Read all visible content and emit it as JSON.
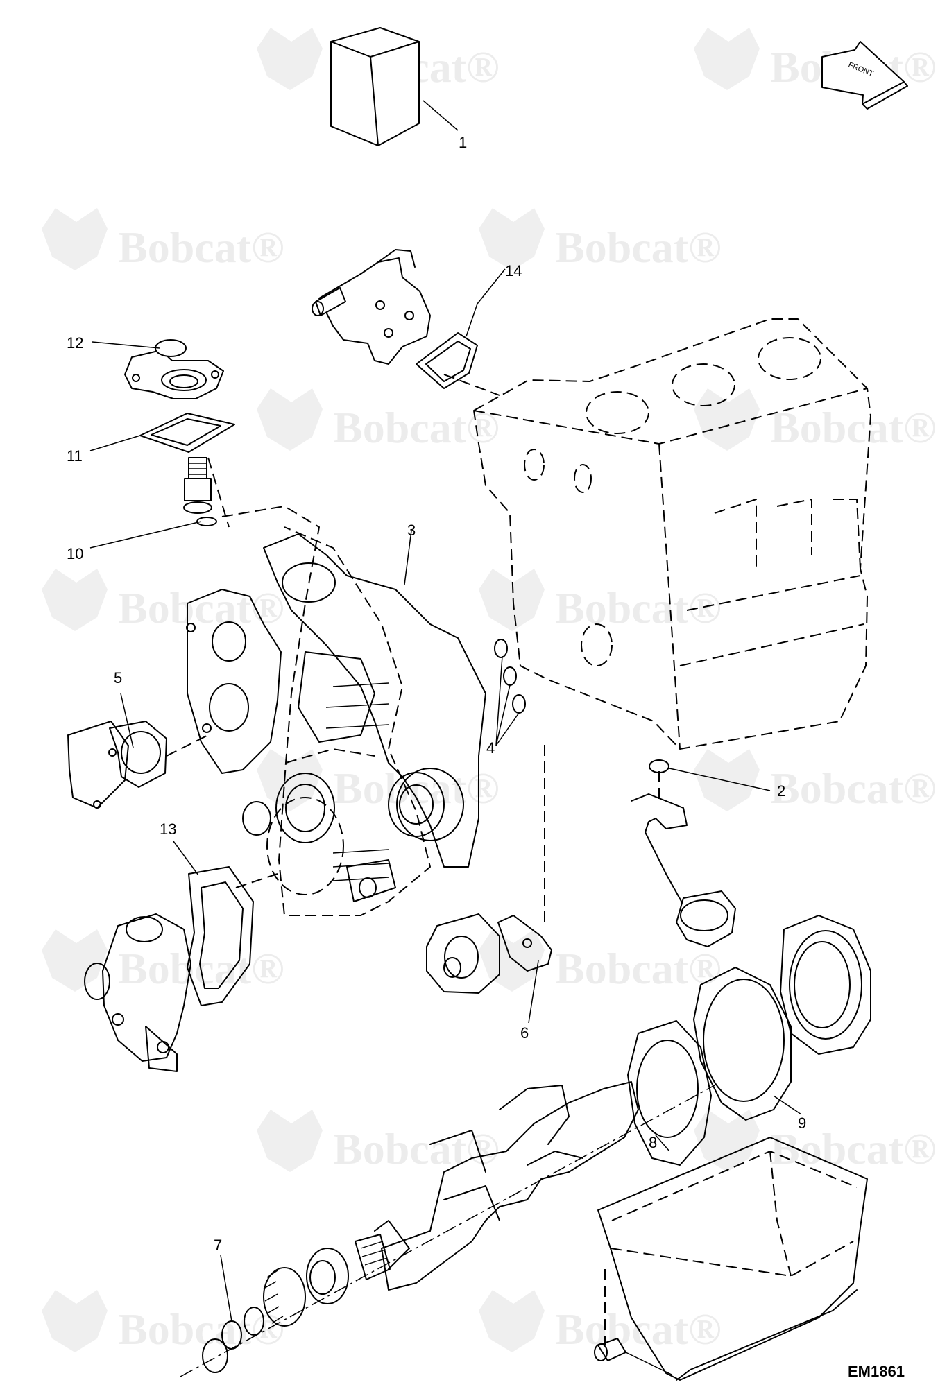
{
  "watermark": {
    "brand": "Bobcat",
    "registered": "®"
  },
  "orientation": {
    "label": "FRONT"
  },
  "figure_id": "EM1861",
  "callouts": [
    {
      "id": "1",
      "label": "1"
    },
    {
      "id": "2",
      "label": "2"
    },
    {
      "id": "3",
      "label": "3"
    },
    {
      "id": "4",
      "label": "4"
    },
    {
      "id": "5",
      "label": "5"
    },
    {
      "id": "6",
      "label": "6"
    },
    {
      "id": "7",
      "label": "7"
    },
    {
      "id": "8",
      "label": "8"
    },
    {
      "id": "9",
      "label": "9"
    },
    {
      "id": "10",
      "label": "10"
    },
    {
      "id": "11",
      "label": "11"
    },
    {
      "id": "12",
      "label": "12"
    },
    {
      "id": "13",
      "label": "13"
    },
    {
      "id": "14",
      "label": "14"
    }
  ]
}
